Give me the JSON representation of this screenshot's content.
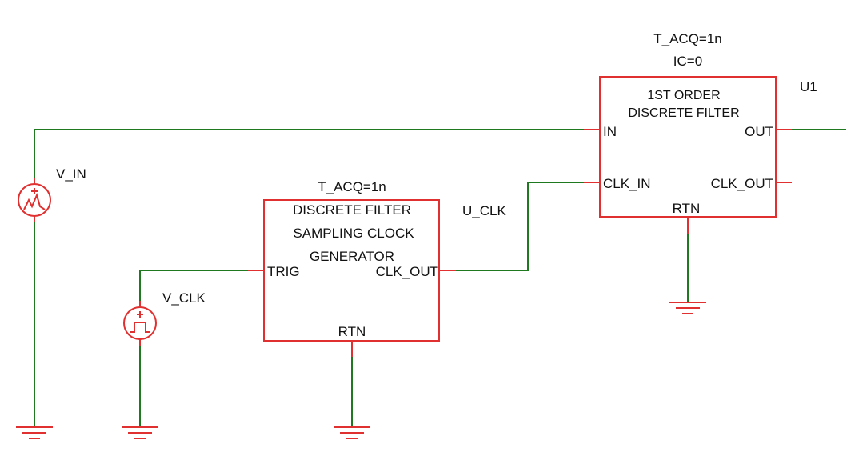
{
  "colors": {
    "wire": "#1f7a1f",
    "component": "#e03030",
    "text": "#111111"
  },
  "filter_block": {
    "param_tacq": "T_ACQ=1n",
    "param_ic": "IC=0",
    "title_line1": "1ST ORDER",
    "title_line2": "DISCRETE FILTER",
    "pin_in": "IN",
    "pin_out": "OUT",
    "pin_clk_in": "CLK_IN",
    "pin_clk_out": "CLK_OUT",
    "pin_rtn": "RTN",
    "ref": "U1"
  },
  "clock_block": {
    "param_tacq": "T_ACQ=1n",
    "title_line1": "DISCRETE FILTER",
    "title_line2": "SAMPLING CLOCK",
    "title_line3": "GENERATOR",
    "pin_trig": "TRIG",
    "pin_clk_out": "CLK_OUT",
    "pin_rtn": "RTN"
  },
  "sources": {
    "v_in": {
      "label": "V_IN",
      "icon": "triangle-wave-source-icon"
    },
    "v_clk": {
      "label": "V_CLK",
      "icon": "pulse-source-icon"
    }
  },
  "nets": {
    "u_clk": "U_CLK"
  }
}
